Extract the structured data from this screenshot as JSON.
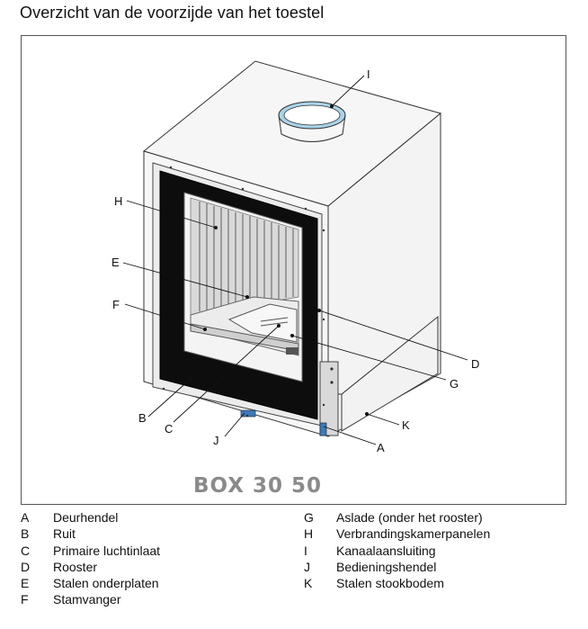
{
  "title": "Overzicht van de voorzijde van het toestel",
  "diagram": {
    "model_name": "BOX 30 50",
    "callouts": [
      "A",
      "B",
      "C",
      "D",
      "E",
      "F",
      "G",
      "H",
      "I",
      "J",
      "K"
    ]
  },
  "legend": {
    "left": [
      {
        "key": "A",
        "text": "Deurhendel"
      },
      {
        "key": "B",
        "text": "Ruit"
      },
      {
        "key": "C",
        "text": "Primaire luchtinlaat"
      },
      {
        "key": "D",
        "text": "Rooster"
      },
      {
        "key": "E",
        "text": "Stalen onderplaten"
      },
      {
        "key": "F",
        "text": "Stamvanger"
      }
    ],
    "right": [
      {
        "key": "G",
        "text": "Aslade (onder het rooster)"
      },
      {
        "key": "H",
        "text": "Verbrandingskamerpanelen"
      },
      {
        "key": "I",
        "text": "Kanaalaansluiting"
      },
      {
        "key": "J",
        "text": "Bedieningshendel"
      },
      {
        "key": "K",
        "text": "Stalen stookbodem"
      }
    ]
  },
  "colors": {
    "door_frame": "#0d0d0d",
    "stove_body": "#f3f3f3",
    "flue_ring": "#a9d3ea",
    "model_text": "#8a8a8a"
  }
}
